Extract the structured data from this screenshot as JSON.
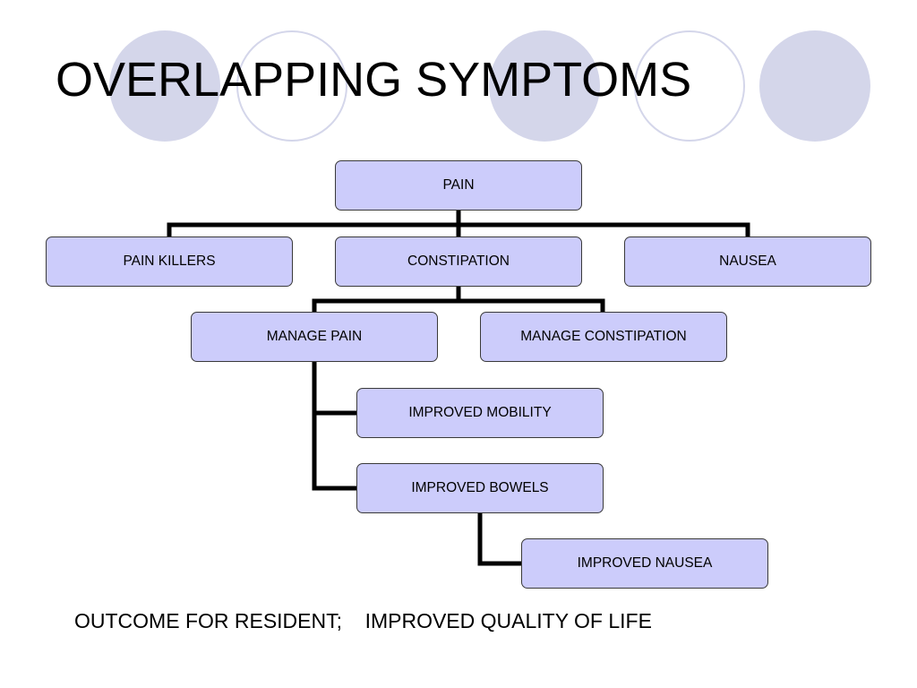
{
  "slide": {
    "title": "OVERLAPPING SYMPTOMS",
    "footer": "OUTCOME FOR RESIDENT;    IMPROVED QUALITY OF LIFE"
  },
  "colors": {
    "node_fill": "#ccccfb",
    "decor_circle": "#d4d6ea",
    "connector": "#000000"
  },
  "diagram": {
    "nodes": {
      "pain": "PAIN",
      "pain_killers": "PAIN KILLERS",
      "constipation": "CONSTIPATION",
      "nausea": "NAUSEA",
      "manage_pain": "MANAGE PAIN",
      "manage_constipation": "MANAGE CONSTIPATION",
      "improved_mobility": "IMPROVED MOBILITY",
      "improved_bowels": "IMPROVED BOWELS",
      "improved_nausea": "IMPROVED NAUSEA"
    },
    "edges": [
      [
        "pain",
        "pain_killers"
      ],
      [
        "pain",
        "constipation"
      ],
      [
        "pain",
        "nausea"
      ],
      [
        "constipation",
        "manage_pain"
      ],
      [
        "constipation",
        "manage_constipation"
      ],
      [
        "manage_pain",
        "improved_mobility"
      ],
      [
        "manage_pain",
        "improved_bowels"
      ],
      [
        "improved_bowels",
        "improved_nausea"
      ]
    ]
  }
}
